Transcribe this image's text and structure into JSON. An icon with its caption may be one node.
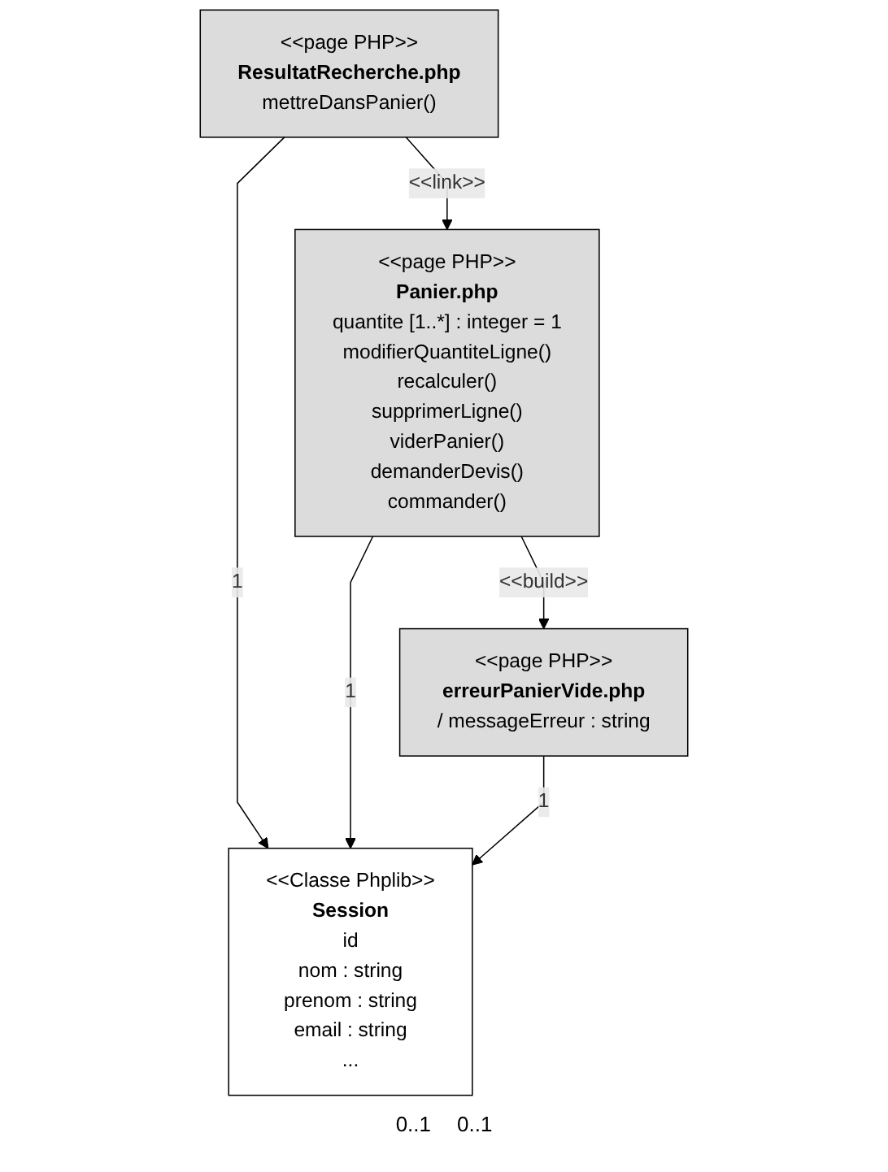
{
  "diagram": {
    "nodes": [
      {
        "text": [
          "<<page PHP>>",
          "ResultatRecherche.php",
          "mettreDansPanier()"
        ]
      },
      {
        "text": [
          "<<Classe Phplib>>",
          "Session",
          "id",
          "nom : string",
          "prenom : string",
          "email : string",
          "..."
        ]
      },
      {
        "text": [
          "<<page PHP>>",
          "Panier.php",
          "quantite [1..*] : integer = 1",
          "modifierQuantiteLigne()",
          "recalculer()",
          "supprimerLigne()",
          "viderPanier()",
          "demanderDevis()",
          "commander()"
        ]
      },
      {
        "text": [
          "<<page PHP>>",
          "erreurPanierVide.php",
          "/ messageErreur : string"
        ]
      }
    ],
    "edges": [
      {
        "from": 0,
        "to": 1,
        "arrow": "to",
        "label": "1"
      },
      {
        "from": 0,
        "to": 2,
        "arrow": "to",
        "label": "<<link>>"
      },
      {
        "from": 2,
        "to": 1,
        "arrow": "to",
        "label": "1"
      },
      {
        "from": 2,
        "to": 3,
        "arrow": "to",
        "label": "<<build>>"
      },
      {
        "from": 3,
        "to": 1,
        "arrow": "to",
        "label": "1"
      }
    ],
    "labels": [
      "0..1",
      "0..1"
    ]
  }
}
